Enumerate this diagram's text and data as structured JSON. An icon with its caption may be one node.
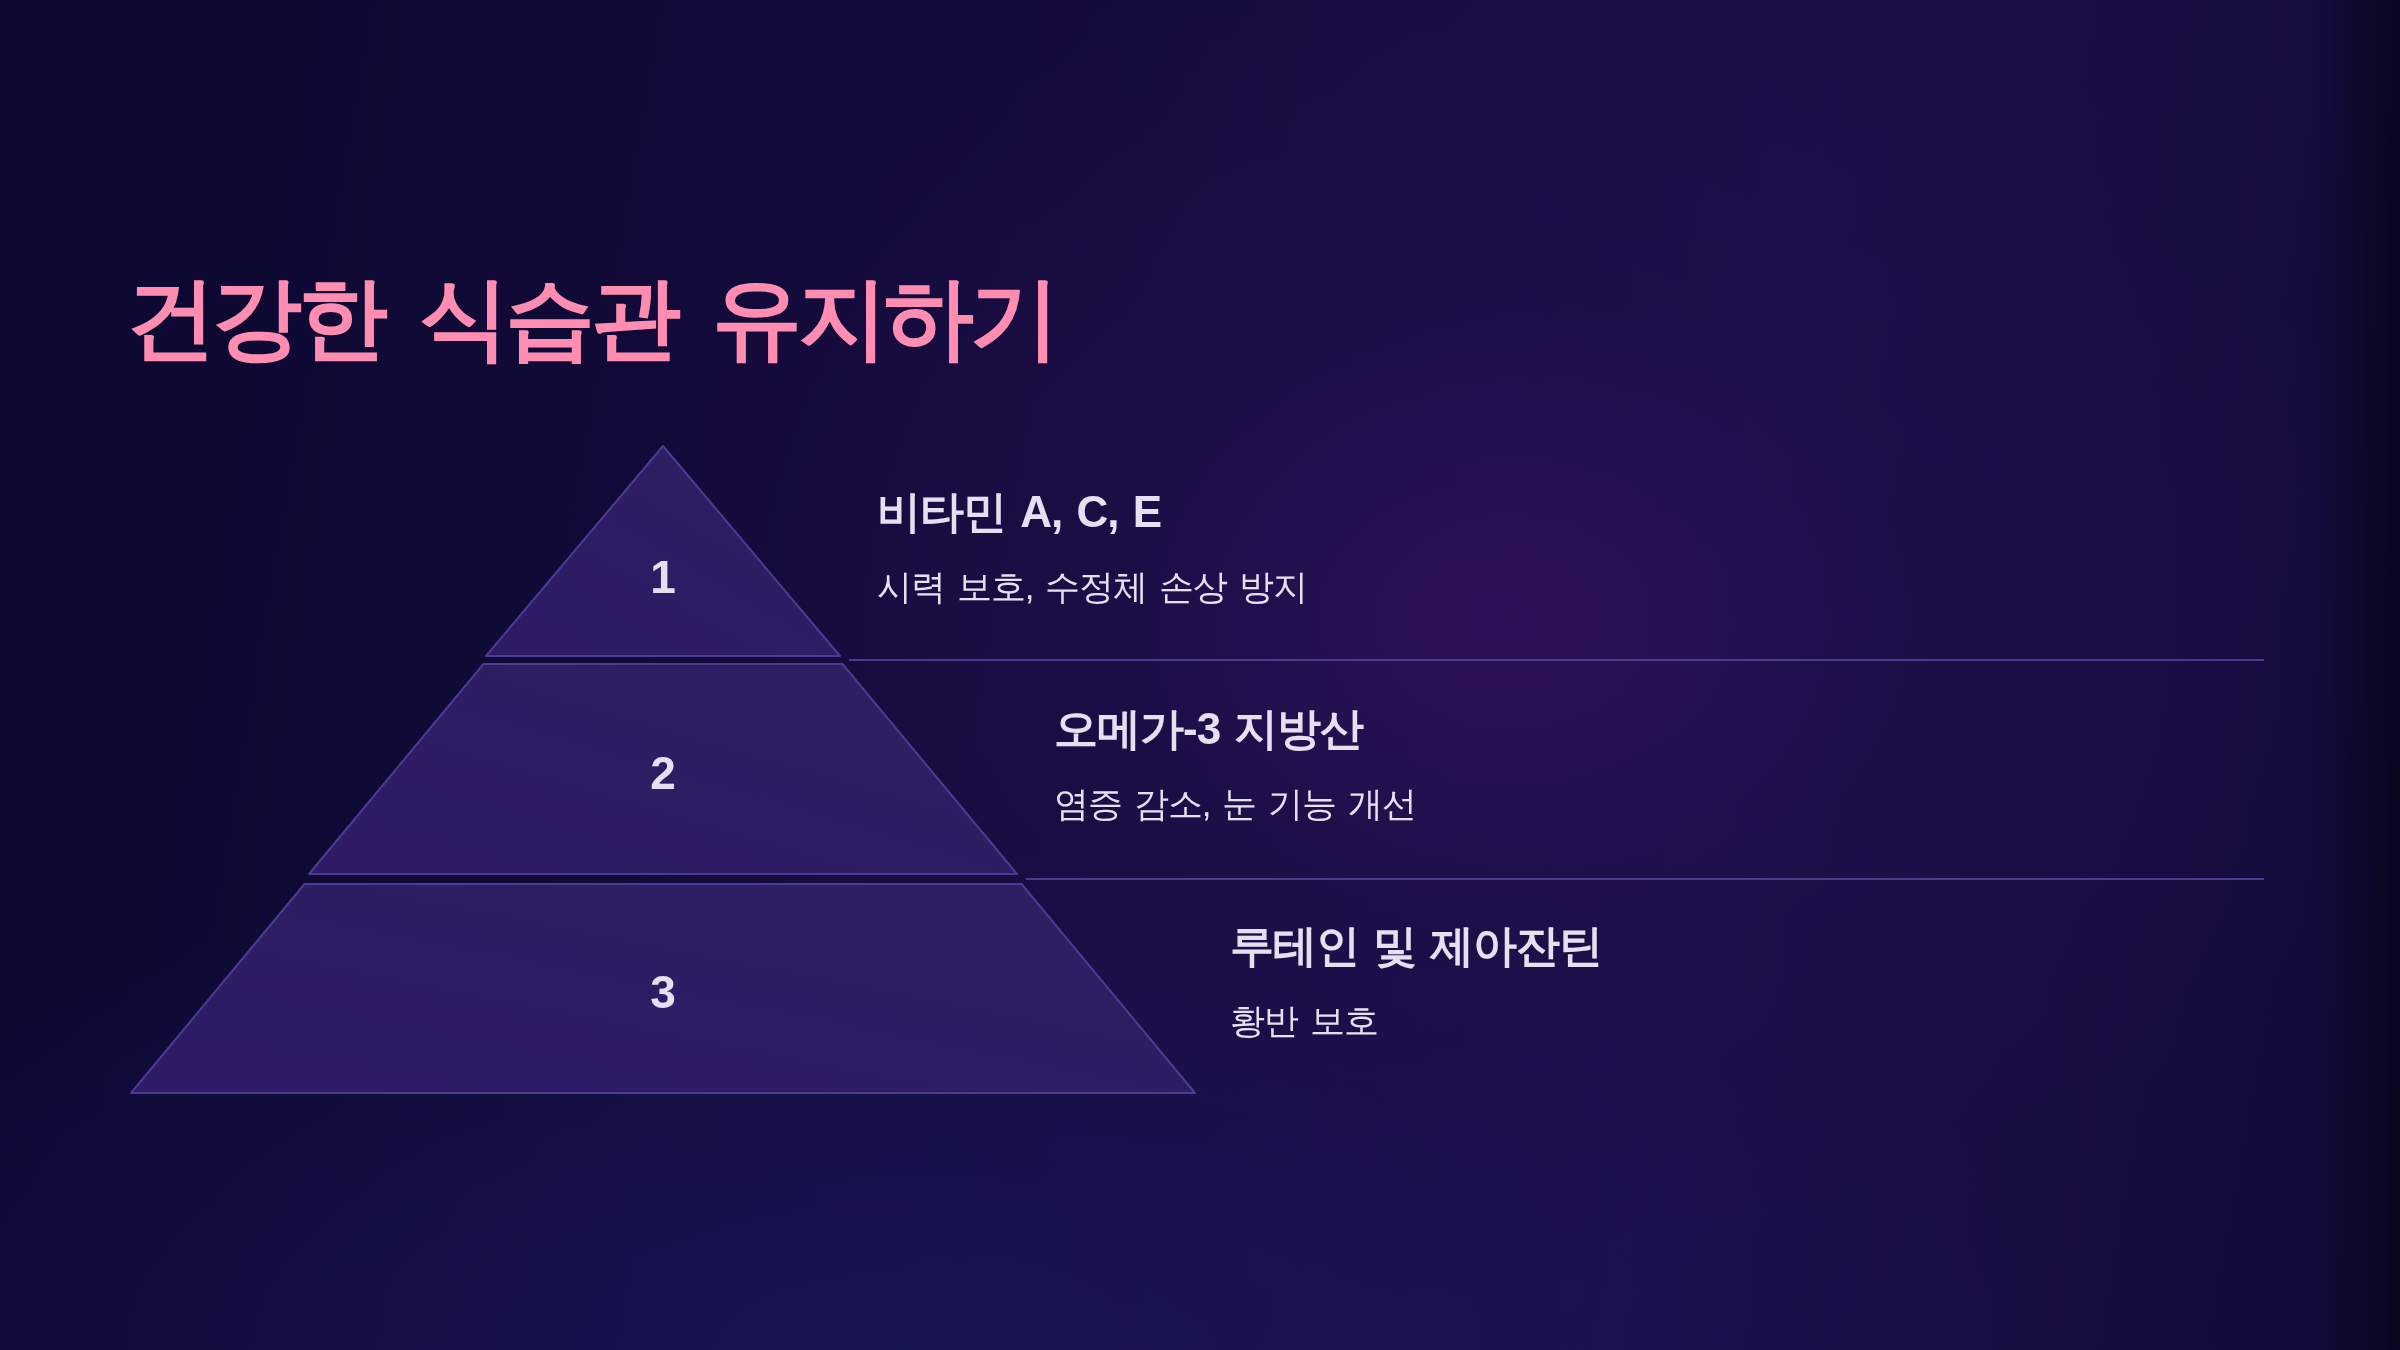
{
  "diagram": {
    "title": "건강한 식습관 유지하기",
    "nodes": [
      {
        "text": [
          "1"
        ],
        "beside": [
          "비타민 A, C, E",
          "시력 보호, 수정체 손상 방지"
        ]
      },
      {
        "text": [
          "2"
        ],
        "beside": [
          "오메가-3 지방산",
          "염증 감소, 눈 기능 개선"
        ]
      },
      {
        "text": [
          "3"
        ],
        "beside": [
          "루테인 및 제아잔틴",
          "황반 보호"
        ]
      }
    ]
  }
}
